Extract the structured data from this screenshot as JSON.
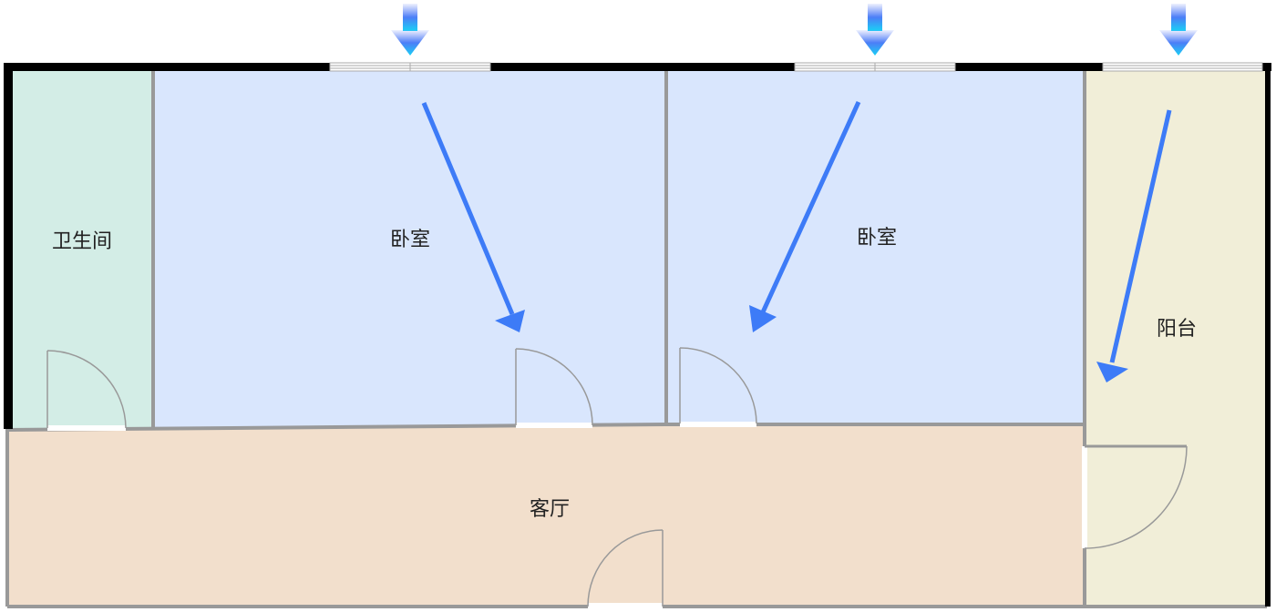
{
  "rooms": {
    "bathroom": {
      "label": "卫生间",
      "color": "#d3ede6"
    },
    "bedroom1": {
      "label": "卧室",
      "color": "#d9e6fd"
    },
    "bedroom2": {
      "label": "卧室",
      "color": "#d9e6fd"
    },
    "balcony": {
      "label": "阳台",
      "color": "#f1eed8"
    },
    "living": {
      "label": "客厅",
      "color": "#f2dfcc"
    }
  },
  "colors": {
    "arrow": "#3d7bf7",
    "wall_exterior": "#000000",
    "wall_interior": "#999999"
  }
}
